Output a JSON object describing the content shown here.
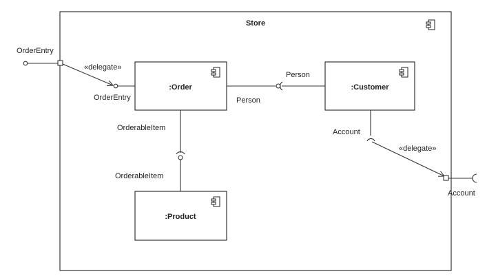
{
  "store": {
    "title": "Store"
  },
  "components": {
    "order": ":Order",
    "customer": ":Customer",
    "product": ":Product"
  },
  "labels": {
    "order_entry_external": "OrderEntry",
    "order_entry_internal": "OrderEntry",
    "delegate_left": "«delegate»",
    "delegate_right": "«delegate»",
    "person_customer": "Person",
    "person_order": "Person",
    "orderable_item_order": "OrderableItem",
    "orderable_item_product": "OrderableItem",
    "account_customer": "Account",
    "account_external": "Account"
  },
  "icons": {
    "component": "component-icon"
  }
}
